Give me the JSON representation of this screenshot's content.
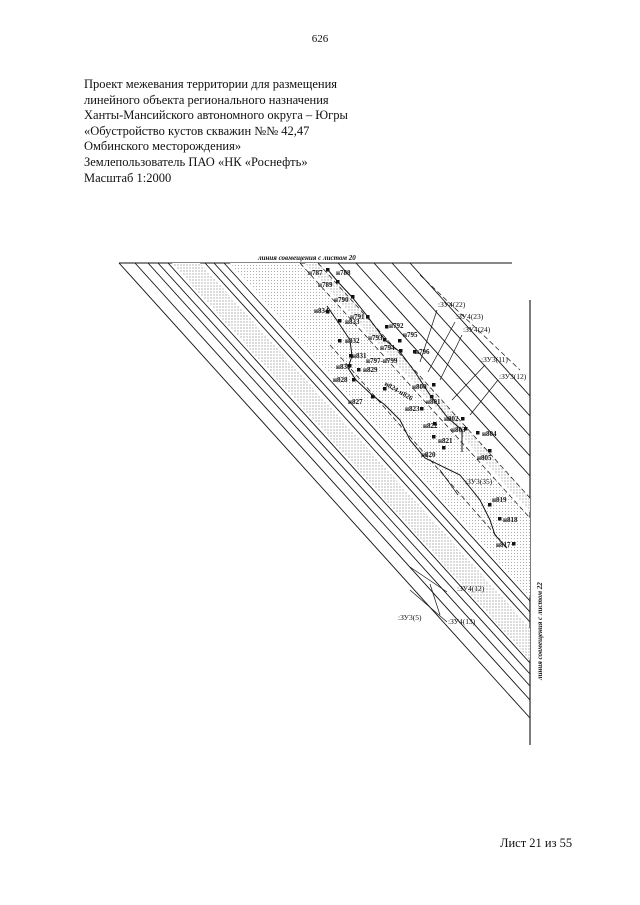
{
  "page_number": "626",
  "title_lines": [
    "Проект межевания территории для размещения",
    "линейного объекта регионального назначения",
    "Ханты-Мансийского автономного округа – Югры",
    "«Обустройство кустов скважин №№ 42,47",
    "Омбинского месторождения»",
    "Землепользователь ПАО «НК «Роснефть»",
    "Масштаб 1:2000"
  ],
  "match_line_top": "линия совмещения с листом 20",
  "match_line_right": "линия совмещения с листом 22",
  "points": [
    "н787",
    "н788",
    "н789",
    "н790",
    "н791",
    "н792",
    "н793",
    "н794",
    "н795",
    "н796",
    "н797-н799",
    "н800",
    "н801",
    "н802",
    "н803",
    "н804",
    "н805",
    "н817",
    "н818",
    "н819",
    "н820",
    "н821",
    "н822",
    "н823",
    "н824-н826",
    "н827",
    "н828",
    "н829",
    "н830",
    "н831",
    "н832",
    "н833",
    "н834"
  ],
  "parcels": [
    ":ЗУ4(22)",
    ":ЗУ4(23)",
    ":ЗУ4(24)",
    ":ЗУ3(11)",
    ":ЗУ3(12)",
    ":ЗУ3(35)",
    ":ЗУ4(12)",
    ":ЗУ3(5)",
    ":ЗУ4(13)"
  ],
  "sheet_label": "Лист 21 из 55"
}
